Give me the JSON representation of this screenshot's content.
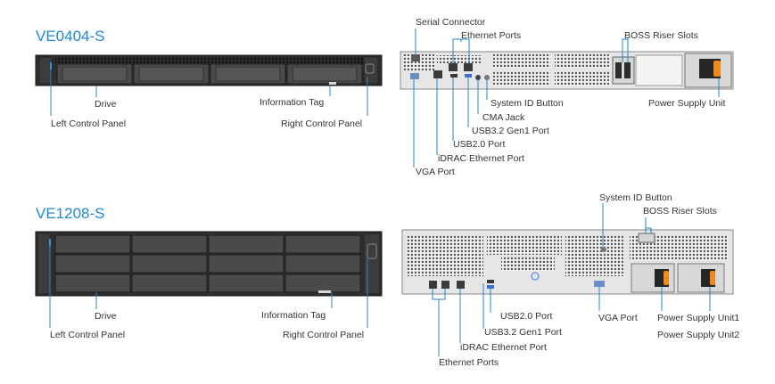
{
  "colors": {
    "accent": "#1e88d2",
    "leader": "#1e88d2",
    "chassis_dark": "#2e2e2e",
    "chassis_light": "#e9e9e9",
    "psu_handle": "#f08a1c"
  },
  "top": {
    "model": "VE0404-S",
    "front": {
      "drive": "Drive",
      "left_control_panel": "Left Control Panel",
      "information_tag": "Information Tag",
      "right_control_panel": "Right Control Panel"
    },
    "rear": {
      "serial_connector": "Serial Connector",
      "ethernet_ports": "Ethernet Ports",
      "boss_riser_slots": "BOSS Riser Slots",
      "system_id_button": "System ID Button",
      "cma_jack": "CMA Jack",
      "usb32_gen1_port": "USB3.2 Gen1 Port",
      "usb20_port": "USB2.0 Port",
      "idrac_ethernet_port": "iDRAC Ethernet Port",
      "vga_port": "VGA Port",
      "power_supply_unit": "Power Supply Unit"
    }
  },
  "bottom": {
    "model": "VE1208-S",
    "front": {
      "drive": "Drive",
      "left_control_panel": "Left Control Panel",
      "information_tag": "Information Tag",
      "right_control_panel": "Right Control Panel"
    },
    "rear": {
      "system_id_button": "System ID Button",
      "boss_riser_slots": "BOSS Riser Slots",
      "usb20_port": "USB2.0 Port",
      "usb32_gen1_port": "USB3.2 Gen1 Port",
      "idrac_ethernet_port": "iDRAC Ethernet Port",
      "ethernet_ports": "Ethernet Ports",
      "vga_port": "VGA Port",
      "power_supply_unit_1": "Power Supply Unit1",
      "power_supply_unit_2": "Power Supply Unit2"
    }
  }
}
